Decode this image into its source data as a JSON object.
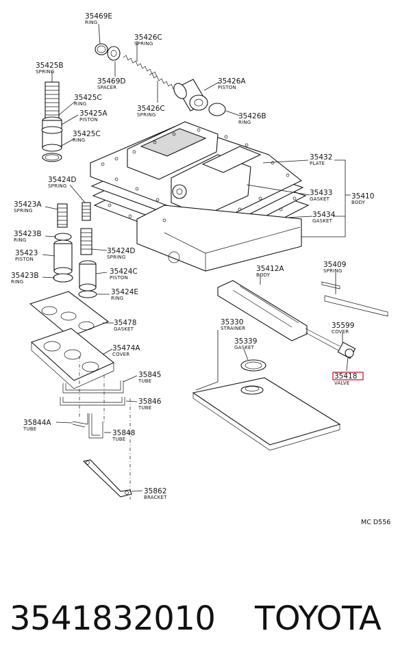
{
  "callouts": [
    {
      "id": "35469E",
      "number": "35469E",
      "name": "RING"
    },
    {
      "id": "35426C_top",
      "number": "35426C",
      "name": "SPRING"
    },
    {
      "id": "35469D",
      "number": "35469D",
      "name": "SPACER"
    },
    {
      "id": "35426A",
      "number": "35426A",
      "name": "PISTON"
    },
    {
      "id": "35426C_low",
      "number": "35426C",
      "name": "SPRING"
    },
    {
      "id": "35426B",
      "number": "35426B",
      "name": "RING"
    },
    {
      "id": "35425B",
      "number": "35425B",
      "name": "SPRING"
    },
    {
      "id": "35425C_top",
      "number": "35425C",
      "name": "RING"
    },
    {
      "id": "35425A",
      "number": "35425A",
      "name": "PISTON"
    },
    {
      "id": "35425C_low",
      "number": "35425C",
      "name": "RING"
    },
    {
      "id": "35432",
      "number": "35432",
      "name": "PLATE"
    },
    {
      "id": "35433",
      "number": "35433",
      "name": "GASKET"
    },
    {
      "id": "35410",
      "number": "35410",
      "name": "BODY"
    },
    {
      "id": "35434",
      "number": "35434",
      "name": "GASKET"
    },
    {
      "id": "35424D_top",
      "number": "35424D",
      "name": "SPRING"
    },
    {
      "id": "35423A",
      "number": "35423A",
      "name": "SPRING"
    },
    {
      "id": "35423B_top",
      "number": "35423B",
      "name": "RING"
    },
    {
      "id": "35424D_low",
      "number": "35424D",
      "name": "SPRING"
    },
    {
      "id": "35423",
      "number": "35423",
      "name": "PISTON"
    },
    {
      "id": "35424C",
      "number": "35424C",
      "name": "PISTON"
    },
    {
      "id": "35423B_low",
      "number": "35423B",
      "name": "RING"
    },
    {
      "id": "35424E",
      "number": "35424E",
      "name": "RING"
    },
    {
      "id": "35478",
      "number": "35478",
      "name": "GASKET"
    },
    {
      "id": "35474A",
      "number": "35474A",
      "name": "COVER"
    },
    {
      "id": "35845",
      "number": "35845",
      "name": "TUBE"
    },
    {
      "id": "35846",
      "number": "35846",
      "name": "TUBE"
    },
    {
      "id": "35844A",
      "number": "35844A",
      "name": "TUBE"
    },
    {
      "id": "35848",
      "number": "35848",
      "name": "TUBE"
    },
    {
      "id": "35862",
      "number": "35862",
      "name": "BRACKET"
    },
    {
      "id": "35412A",
      "number": "35412A",
      "name": "BODY"
    },
    {
      "id": "35409",
      "number": "35409",
      "name": "SPRING"
    },
    {
      "id": "35330",
      "number": "35330",
      "name": "STRAINER"
    },
    {
      "id": "35339",
      "number": "35339",
      "name": "GASKET"
    },
    {
      "id": "35599",
      "number": "35599",
      "name": "COVER"
    },
    {
      "id": "35418",
      "number": "35418",
      "name": "VALVE"
    }
  ],
  "highlighted_part": "35418",
  "highlight_color": "#d0021b",
  "diagram_code": "MC D556",
  "caption": {
    "part_number": "3541832010",
    "brand": "TOYOTA"
  }
}
